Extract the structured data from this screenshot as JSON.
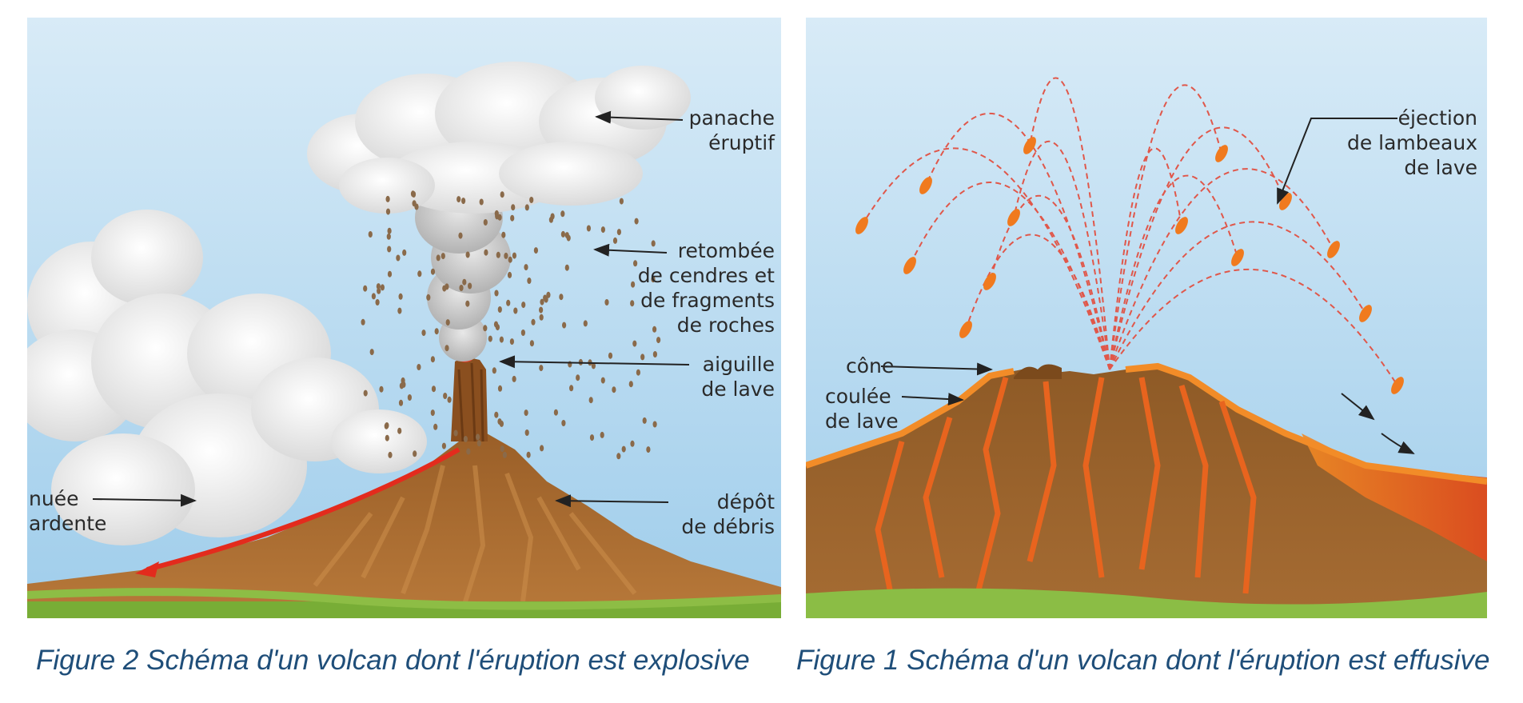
{
  "left_figure": {
    "caption": "Figure 2  Schéma d'un volcan dont l'éruption est explosive",
    "labels": {
      "panache_1": "panache",
      "panache_2": "éruptif",
      "retombee_1": "retombée",
      "retombee_2": "de cendres et",
      "retombee_3": "de fragments",
      "retombee_4": "de roches",
      "aiguille_1": "aiguille",
      "aiguille_2": "de lave",
      "depot_1": "dépôt",
      "depot_2": "de débris",
      "nuee_1": "nuée",
      "nuee_2": "ardente"
    }
  },
  "right_figure": {
    "caption": "Figure 1  Schéma d'un volcan dont l'éruption est effusive",
    "labels": {
      "ejection_1": "éjection",
      "ejection_2": "de lambeaux",
      "ejection_3": "de lave",
      "cone": "cône",
      "coulee_1": "coulée",
      "coulee_2": "de lave"
    }
  },
  "colors": {
    "sky_top": "#d6e9f6",
    "sky_bottom": "#9ccbea",
    "volcano_brown": "#a8692c",
    "lava_orange": "#f07a1e",
    "lava_red": "#d93a1c",
    "grass_green": "#7fb43a",
    "cloud_white": "#f2f2f2",
    "caption_blue": "#1f4e79"
  }
}
